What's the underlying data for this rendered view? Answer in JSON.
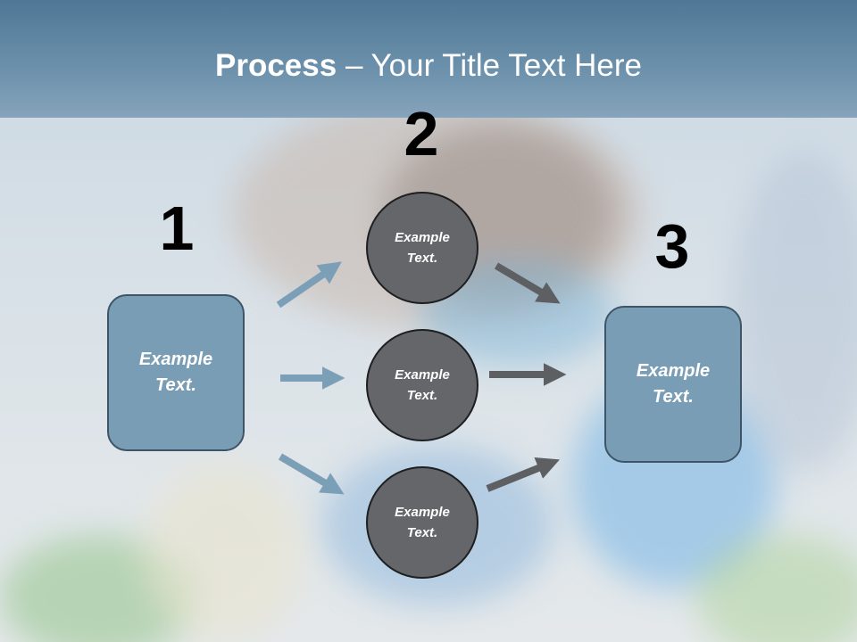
{
  "slide": {
    "title_bold": "Process",
    "title_rest": " – Your Title Text Here"
  },
  "steps": {
    "one": {
      "number": "1",
      "text": "Example Text."
    },
    "two": {
      "number": "2"
    },
    "three": {
      "number": "3",
      "text": "Example Text."
    }
  },
  "circles": [
    {
      "text": "Example Text."
    },
    {
      "text": "Example Text."
    },
    {
      "text": "Example Text."
    }
  ],
  "colors": {
    "box_fill": "#7a9db6",
    "circle_fill": "#646669",
    "arrow_in": "#7c9fb8",
    "arrow_out": "#5d5f62",
    "header": "#5b83a1"
  }
}
